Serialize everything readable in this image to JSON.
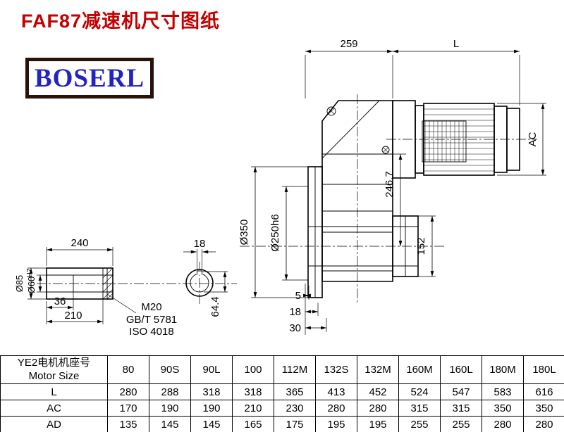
{
  "page": {
    "title": "FAF87减速机尺寸图纸",
    "logo_text": "BOSERL",
    "colors": {
      "title_red": "#c40000",
      "logo_blue": "#2323c4",
      "logo_border": "#2a1208",
      "line": "#000000"
    }
  },
  "dims": {
    "top_259": "259",
    "top_L": "L",
    "ac": "AC",
    "dia350": "Ø350",
    "dia250": "Ø250h6",
    "h2467": "246.7",
    "v152": "152",
    "b5": "5",
    "b18": "18",
    "b30": "30",
    "shaft_len": "240",
    "key_w": "18",
    "dia85": "Ø85",
    "dia60": "Ø60",
    "dia60_tol": "H7",
    "s36": "36",
    "s210": "210",
    "m20": "M20",
    "gb": "GB/T 5781",
    "iso": "ISO 4018",
    "key_h": "64.4"
  },
  "table": {
    "title_cn": "YE2电机机座号",
    "title_en": "Motor Size",
    "sizes": [
      "80",
      "90S",
      "90L",
      "100",
      "112M",
      "132S",
      "132M",
      "160M",
      "160L",
      "180M",
      "180L"
    ],
    "rows": [
      {
        "label": "L",
        "values": [
          "280",
          "288",
          "318",
          "318",
          "365",
          "413",
          "452",
          "524",
          "547",
          "583",
          "616"
        ]
      },
      {
        "label": "AC",
        "values": [
          "170",
          "190",
          "190",
          "210",
          "230",
          "280",
          "280",
          "315",
          "315",
          "350",
          "350"
        ]
      },
      {
        "label": "AD",
        "values": [
          "135",
          "145",
          "145",
          "165",
          "175",
          "195",
          "195",
          "255",
          "255",
          "280",
          "280"
        ]
      }
    ]
  }
}
